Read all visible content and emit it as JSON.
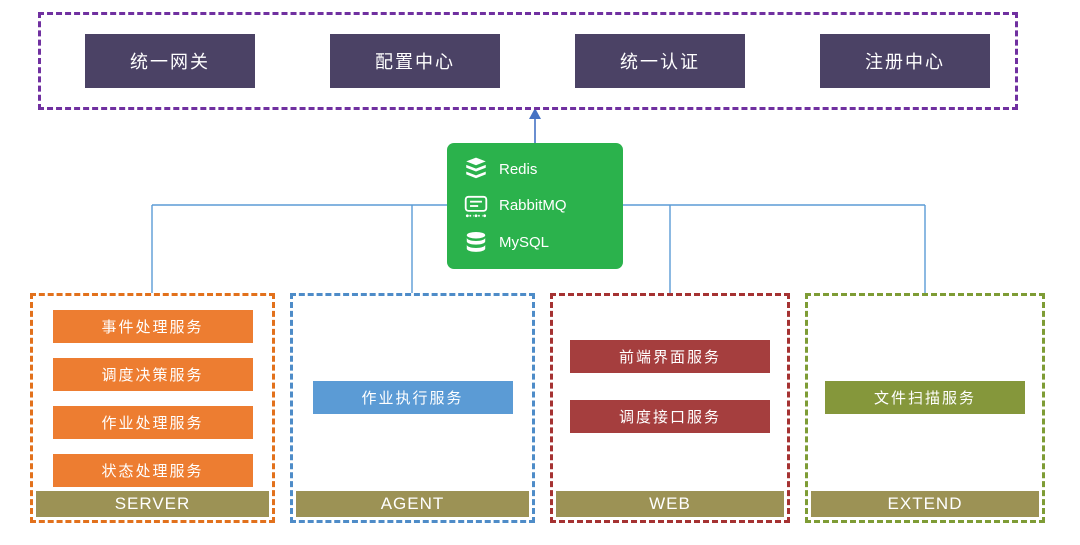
{
  "top_panel": {
    "items": [
      {
        "label": "统一网关"
      },
      {
        "label": "配置中心"
      },
      {
        "label": "统一认证"
      },
      {
        "label": "注册中心"
      }
    ]
  },
  "middleware": {
    "items": [
      {
        "name": "Redis",
        "icon": "redis-icon"
      },
      {
        "name": "RabbitMQ",
        "icon": "rabbitmq-icon"
      },
      {
        "name": "MySQL",
        "icon": "mysql-icon"
      }
    ]
  },
  "groups": [
    {
      "label": "SERVER",
      "services": [
        "事件处理服务",
        "调度决策服务",
        "作业处理服务",
        "状态处理服务"
      ],
      "accent_color": "#ED7D31"
    },
    {
      "label": "AGENT",
      "services": [
        "作业执行服务"
      ],
      "accent_color": "#5B9BD5"
    },
    {
      "label": "WEB",
      "services": [
        "前端界面服务",
        "调度接口服务"
      ],
      "accent_color": "#A53E3E"
    },
    {
      "label": "EXTEND",
      "services": [
        "文件扫描服务"
      ],
      "accent_color": "#85973B"
    }
  ],
  "colors": {
    "top_panel_border": "#7030A0",
    "top_box_bg": "#4B4265",
    "middleware_bg": "#2BB24C",
    "group_label_bg": "#9C9255",
    "connector_line": "#5B9BD5",
    "arrow": "#4472C4",
    "text_on_dark": "#FFFFFF"
  }
}
